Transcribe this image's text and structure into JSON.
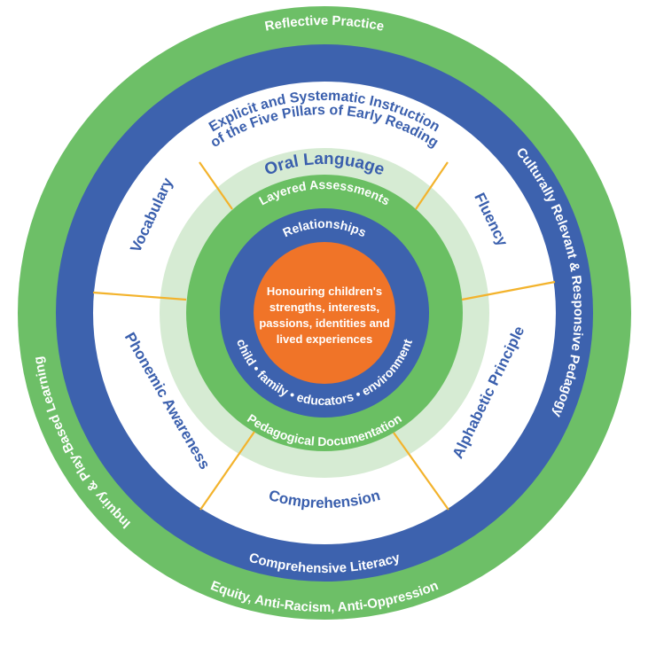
{
  "colors": {
    "outer_green": "#6dbf67",
    "blue": "#3d62ae",
    "white": "#ffffff",
    "light_green": "#d6ebd3",
    "mid_green": "#6abf63",
    "orange": "#f07428",
    "divider": "#f3b32c",
    "text_blue": "#3a5fad"
  },
  "outer_ring": {
    "top": "Reflective Practice",
    "bottom": "Equity, Anti-Racism, Anti-Oppression"
  },
  "blue_ring": {
    "left": "Inquiry & Play-Based Learning",
    "right": "Culturally Relevant & Responsive Pedagogy",
    "bottom": "Comprehensive Literacy"
  },
  "white_ring": {
    "title_line1": "Explicit and Systematic Instruction",
    "title_line2": "of the Five Pillars of Early Reading",
    "pillars": {
      "vocabulary": "Vocabulary",
      "fluency": "Fluency",
      "phonemic_awareness": "Phonemic Awareness",
      "alphabetic_principle": "Alphabetic Principle",
      "comprehension": "Comprehension"
    }
  },
  "light_green_ring": {
    "top": "Oral Language"
  },
  "green_ring": {
    "top": "Layered Assessments",
    "bottom": "Pedagogical Documentation"
  },
  "inner_blue_ring": {
    "top": "Relationships",
    "bottom": "child • family • educators • environment"
  },
  "center": {
    "lines": [
      "Honouring children's",
      "strengths, interests,",
      "passions, identities and",
      "lived experiences"
    ]
  }
}
